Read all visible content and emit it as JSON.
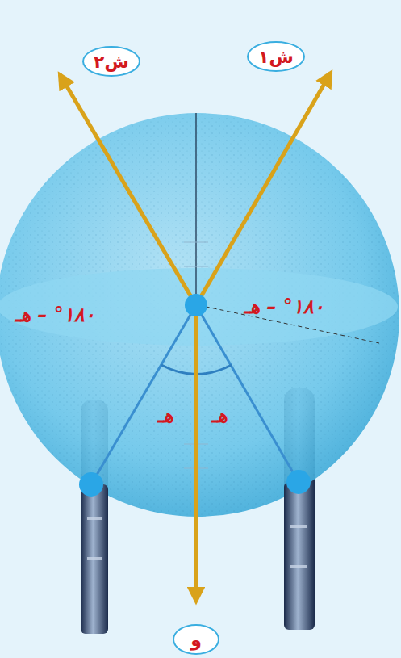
{
  "diagram": {
    "nodes": [
      {
        "text": [
          "ش١"
        ]
      },
      {
        "text": [
          "ش٢"
        ]
      },
      {
        "text": [
          "و"
        ]
      }
    ],
    "labels": [
      "١٨٠° – هـ",
      "١٨٠° – هـ",
      "هـ",
      "هـ"
    ]
  }
}
